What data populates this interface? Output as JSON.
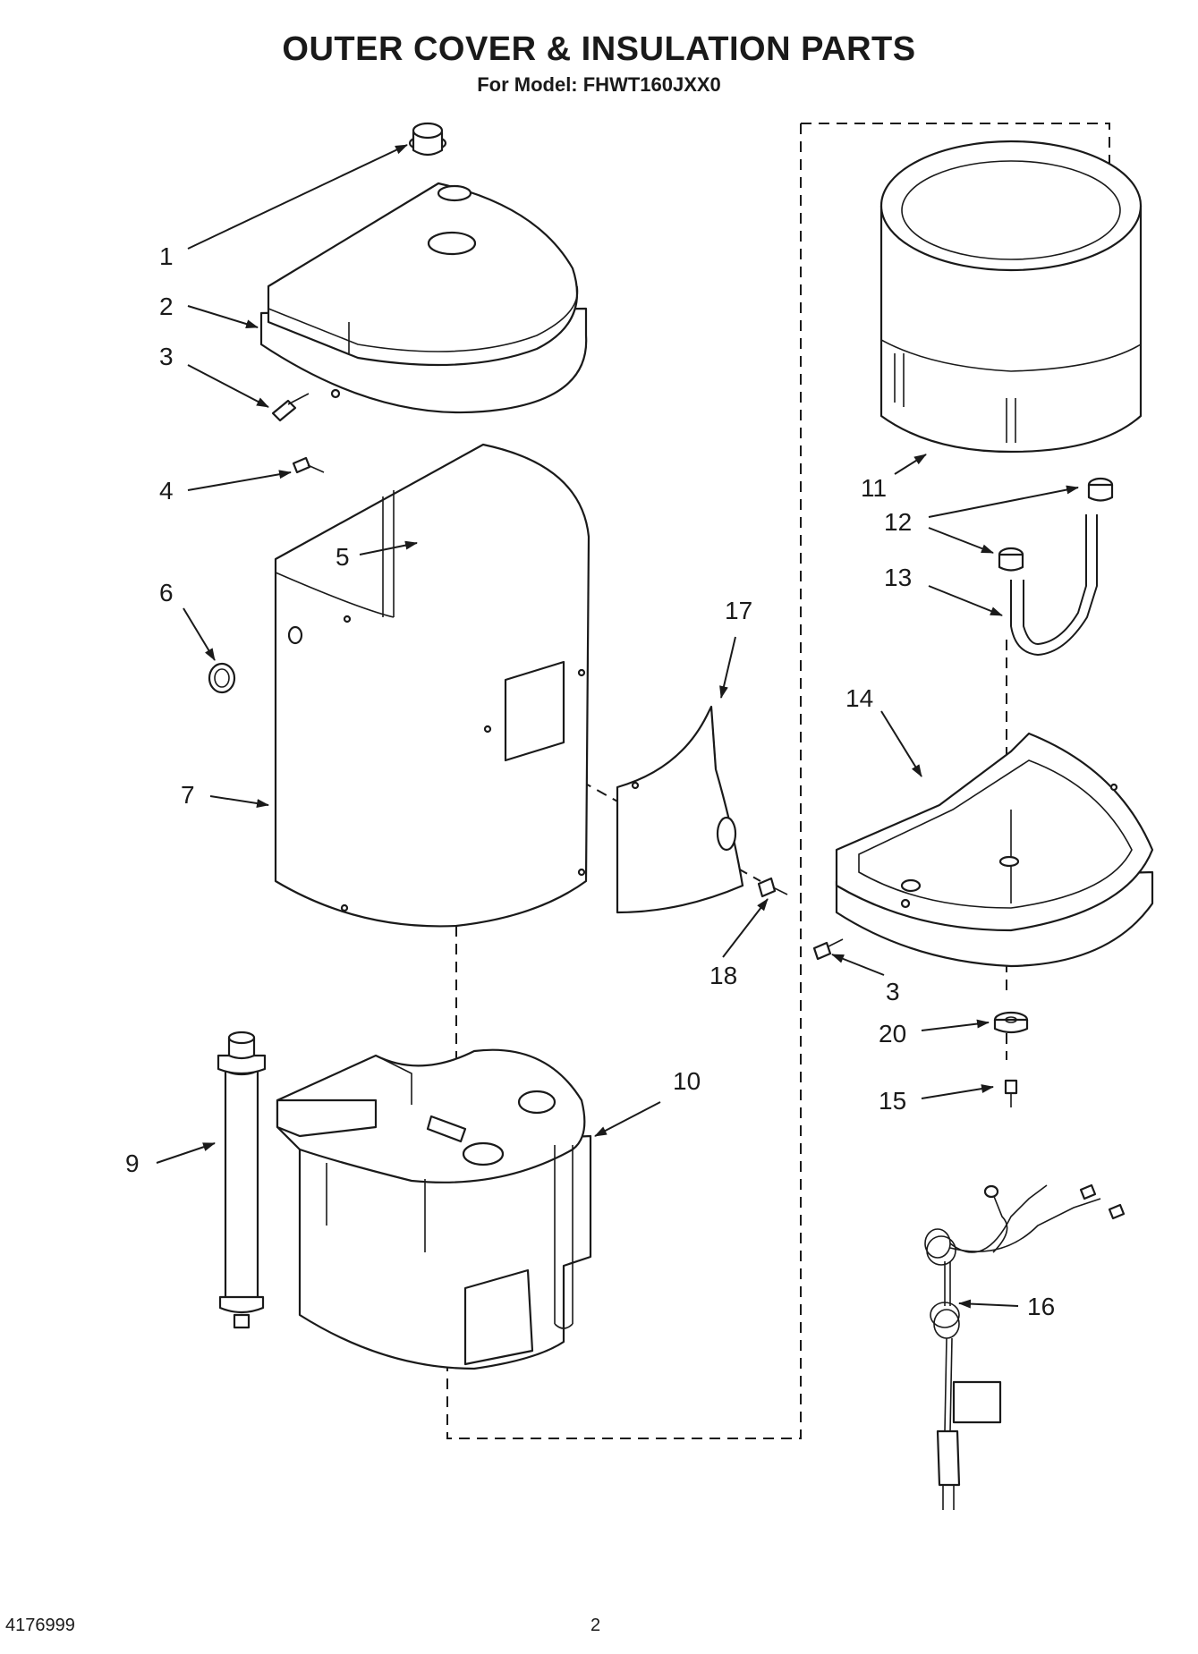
{
  "title": "OUTER COVER & INSULATION PARTS",
  "subtitle": "For Model: FHWT160JXX0",
  "footer": {
    "doc_number": "4176999",
    "page_number": "2"
  },
  "callouts": [
    "1",
    "2",
    "3",
    "4",
    "5",
    "6",
    "7",
    "17",
    "9",
    "10",
    "11",
    "12",
    "13",
    "14",
    "18",
    "3",
    "20",
    "15",
    "16"
  ]
}
